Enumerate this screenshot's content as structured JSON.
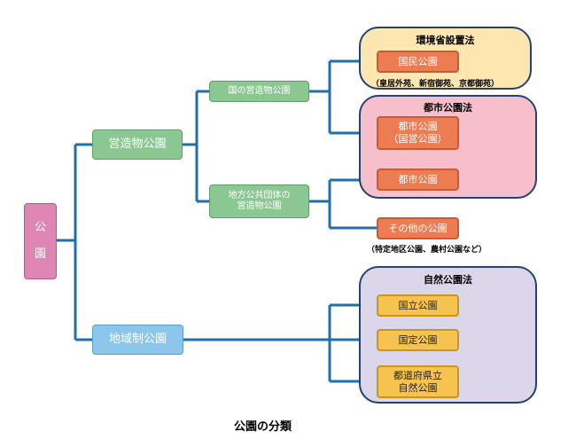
{
  "root": {
    "label_line1": "公",
    "label_line2": "園"
  },
  "branches": {
    "eizobutsu": "営造物公園",
    "chiikisei": "地域制公園"
  },
  "sub": {
    "kuni": "国の営造物公園",
    "chiho_line1": "地方公共団体の",
    "chiho_line2": "営造物公園"
  },
  "laws": {
    "kankyo": "環境省設置法",
    "toshi": "都市公園法",
    "shizen": "自然公園法"
  },
  "leaves": {
    "kokumin": "国民公園",
    "kokumin_note": "（皇居外苑、新宿御苑、京都御苑）",
    "toshi_koku_line1": "都市公園",
    "toshi_koku_line2": "（国営公園）",
    "toshi": "都市公園",
    "sonota": "その他の公園",
    "sonota_note": "（特定地区公園、農村公園など）",
    "kokuritsu": "国立公園",
    "kokutei": "国定公園",
    "todofuken_line1": "都道府県立",
    "todofuken_line2": "自然公園"
  },
  "caption": "公園の分類",
  "colors": {
    "connector": "#1f6fab",
    "law_kankyo_bg": "#fde6b0",
    "law_toshi_bg": "#f7bfcc",
    "law_shizen_bg": "#dcd6ea"
  }
}
